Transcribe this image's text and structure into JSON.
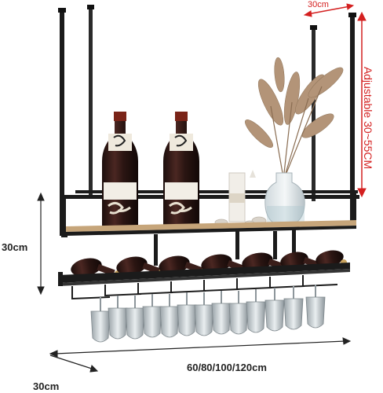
{
  "dimensions": {
    "top_depth": "30cm",
    "adjustable_height": "Adjustable 30~55CM",
    "rack_height": "30cm",
    "width_options": "60/80/100/120cm",
    "bottom_depth": "30cm"
  },
  "contents": {
    "standing_bottles": 2,
    "hanging_bottles": 7,
    "hanging_glasses": 13
  },
  "colors": {
    "frame": "#1b1b1b",
    "wood_shelf": "#c6a57a",
    "bottle_glass": "#3a1e1a",
    "dimension_arrow": "#d42020",
    "pampas_grass": "#b39478"
  }
}
